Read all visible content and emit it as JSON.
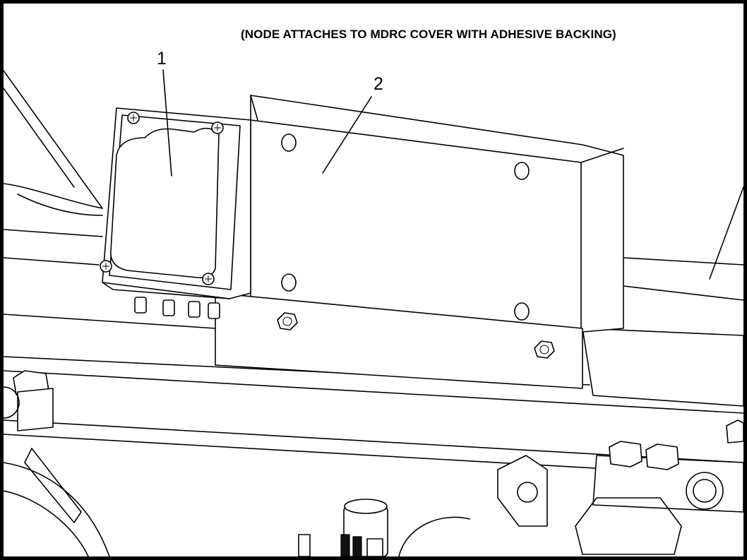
{
  "caption": "(NODE ATTACHES TO MDRC COVER WITH ADHESIVE BACKING)",
  "callouts": [
    {
      "label": "1"
    },
    {
      "label": "2"
    }
  ],
  "icons": [
    "node-module",
    "mdrc-cover",
    "hex-bolt",
    "screw"
  ]
}
